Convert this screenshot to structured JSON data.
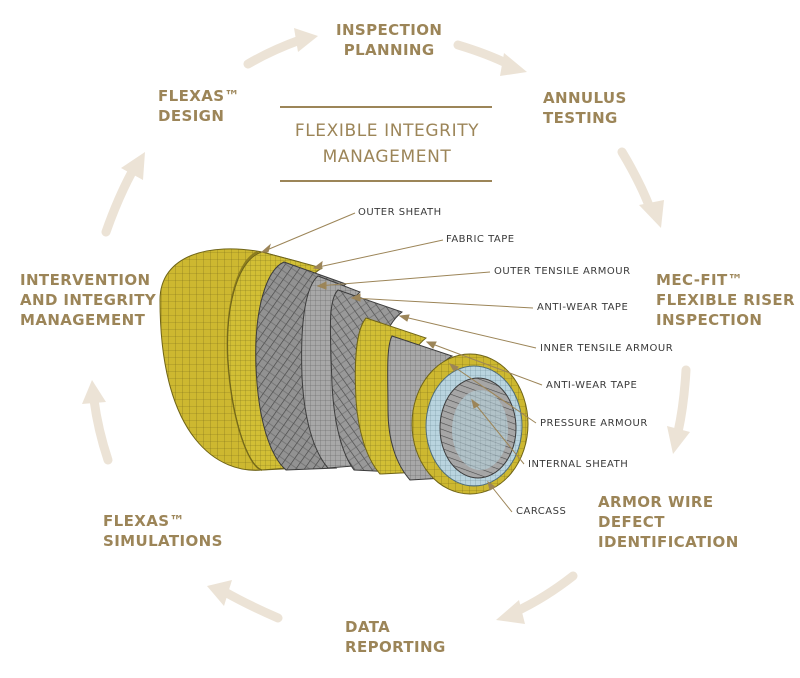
{
  "title": {
    "line1": "FLEXIBLE INTEGRITY",
    "line2": "MANAGEMENT"
  },
  "cycle_steps": [
    {
      "line1": "INSPECTION",
      "line2": "PLANNING"
    },
    {
      "line1": "ANNULUS",
      "line2": "TESTING"
    },
    {
      "line1": "MEC-FIT™",
      "line2": "FLEXIBLE RISER",
      "line3": "INSPECTION"
    },
    {
      "line1": "ARMOR WIRE",
      "line2": "DEFECT",
      "line3": "IDENTIFICATION"
    },
    {
      "line1": "DATA",
      "line2": "REPORTING"
    },
    {
      "line1": "FLEXAS™",
      "line2": "SIMULATIONS"
    },
    {
      "line1": "INTERVENTION",
      "line2": "AND INTEGRITY",
      "line3": "MANAGEMENT"
    },
    {
      "line1": "FLEXAS™",
      "line2": "DESIGN"
    }
  ],
  "layers": [
    "OUTER SHEATH",
    "FABRIC TAPE",
    "OUTER TENSILE ARMOUR",
    "ANTI-WEAR TAPE",
    "INNER TENSILE ARMOUR",
    "ANTI-WEAR TAPE",
    "PRESSURE ARMOUR",
    "INTERNAL SHEATH",
    "CARCASS"
  ],
  "colors": {
    "step_text": "#9c8558",
    "layer_text": "#3a3a3a",
    "arrow": "#ece3d6",
    "rule": "#9c8558",
    "sheath_yellow": "#c9b42e",
    "armour_grey": "#8a8a8a",
    "internal_blue": "#b8d3de"
  },
  "icons": {
    "cycle_arrows": "curved-arrow",
    "pipe": "flexible-riser-cutaway"
  }
}
